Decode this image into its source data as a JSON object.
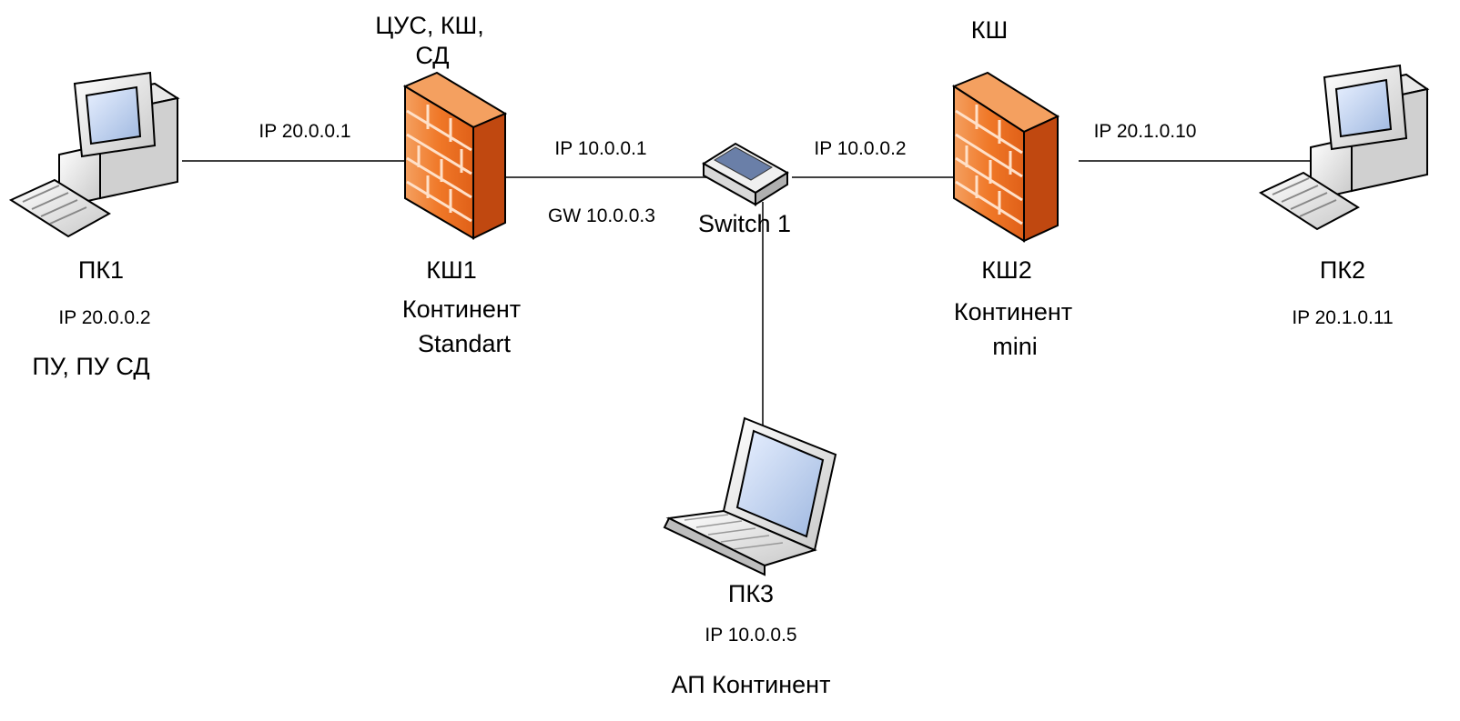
{
  "nodes": {
    "pc1": {
      "name": "ПК1",
      "ip": "IP 20.0.0.2",
      "role": "ПУ, ПУ СД"
    },
    "fw1": {
      "top_line1": "ЦУС, КШ,",
      "top_line2": "СД",
      "name": "КШ1",
      "product_line1": "Континент",
      "product_line2": "Standart"
    },
    "switch": {
      "name": "Switch 1"
    },
    "fw2": {
      "top": "КШ",
      "name": "КШ2",
      "product_line1": "Континент",
      "product_line2": "mini"
    },
    "pc2": {
      "name": "ПК2",
      "ip": "IP 20.1.0.11"
    },
    "pc3": {
      "name": "ПК3",
      "ip": "IP 10.0.0.5",
      "role": "АП Континент"
    }
  },
  "links": {
    "pc1_fw1": "IP 20.0.0.1",
    "fw1_switch_ip": "IP 10.0.0.1",
    "fw1_switch_gw": "GW 10.0.0.3",
    "switch_fw2": "IP 10.0.0.2",
    "fw2_pc2": "IP 20.1.0.10"
  },
  "colors": {
    "firewall": "#f07020",
    "firewall_side": "#c04810",
    "line": "#404040"
  }
}
